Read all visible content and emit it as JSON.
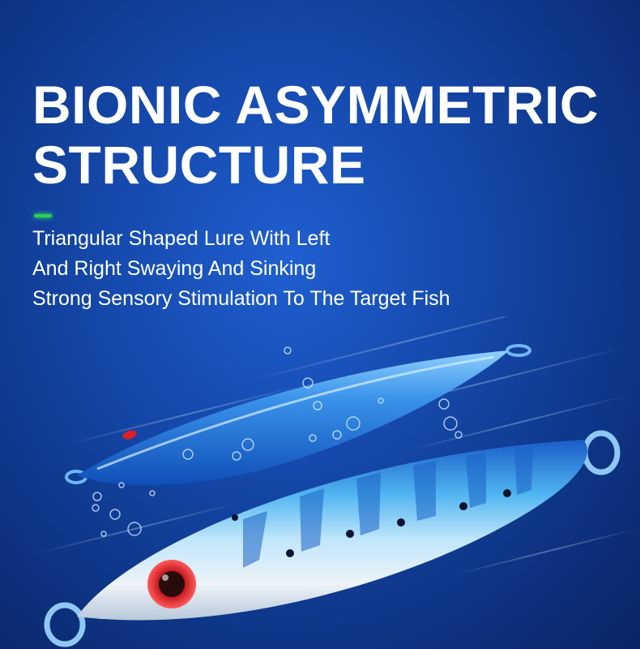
{
  "headline": {
    "line1": "BIONIC ASYMMETRIC",
    "line2": "STRUCTURE"
  },
  "description": {
    "lines": [
      "Triangular Shaped Lure With Left",
      "And Right Swaying And Sinking",
      "Strong Sensory Stimulation To The Target Fish"
    ]
  },
  "colors": {
    "background": "#1447a8",
    "accent": "#29d24a",
    "text": "#ffffff",
    "lure_blue": "#2f86e0",
    "lure_belly": "#e8eef6",
    "eye_red": "#d8202a"
  },
  "images": {
    "top_lure": "blue-fishing-jig-lure",
    "bottom_lure": "blue-white-striped-fishing-jig-lure"
  }
}
